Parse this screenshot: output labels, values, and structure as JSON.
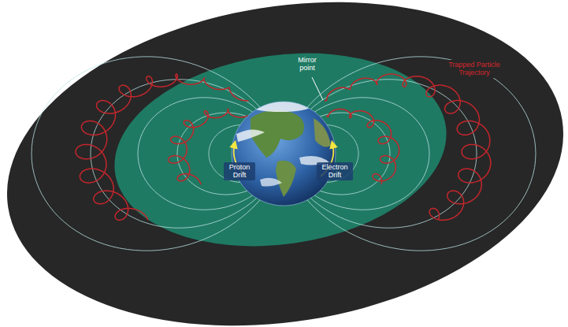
{
  "diagram": {
    "labels": [
      "Mirror point",
      "Trapped Particle Trajectory",
      "Proton Drift",
      "Electron Drift"
    ]
  }
}
